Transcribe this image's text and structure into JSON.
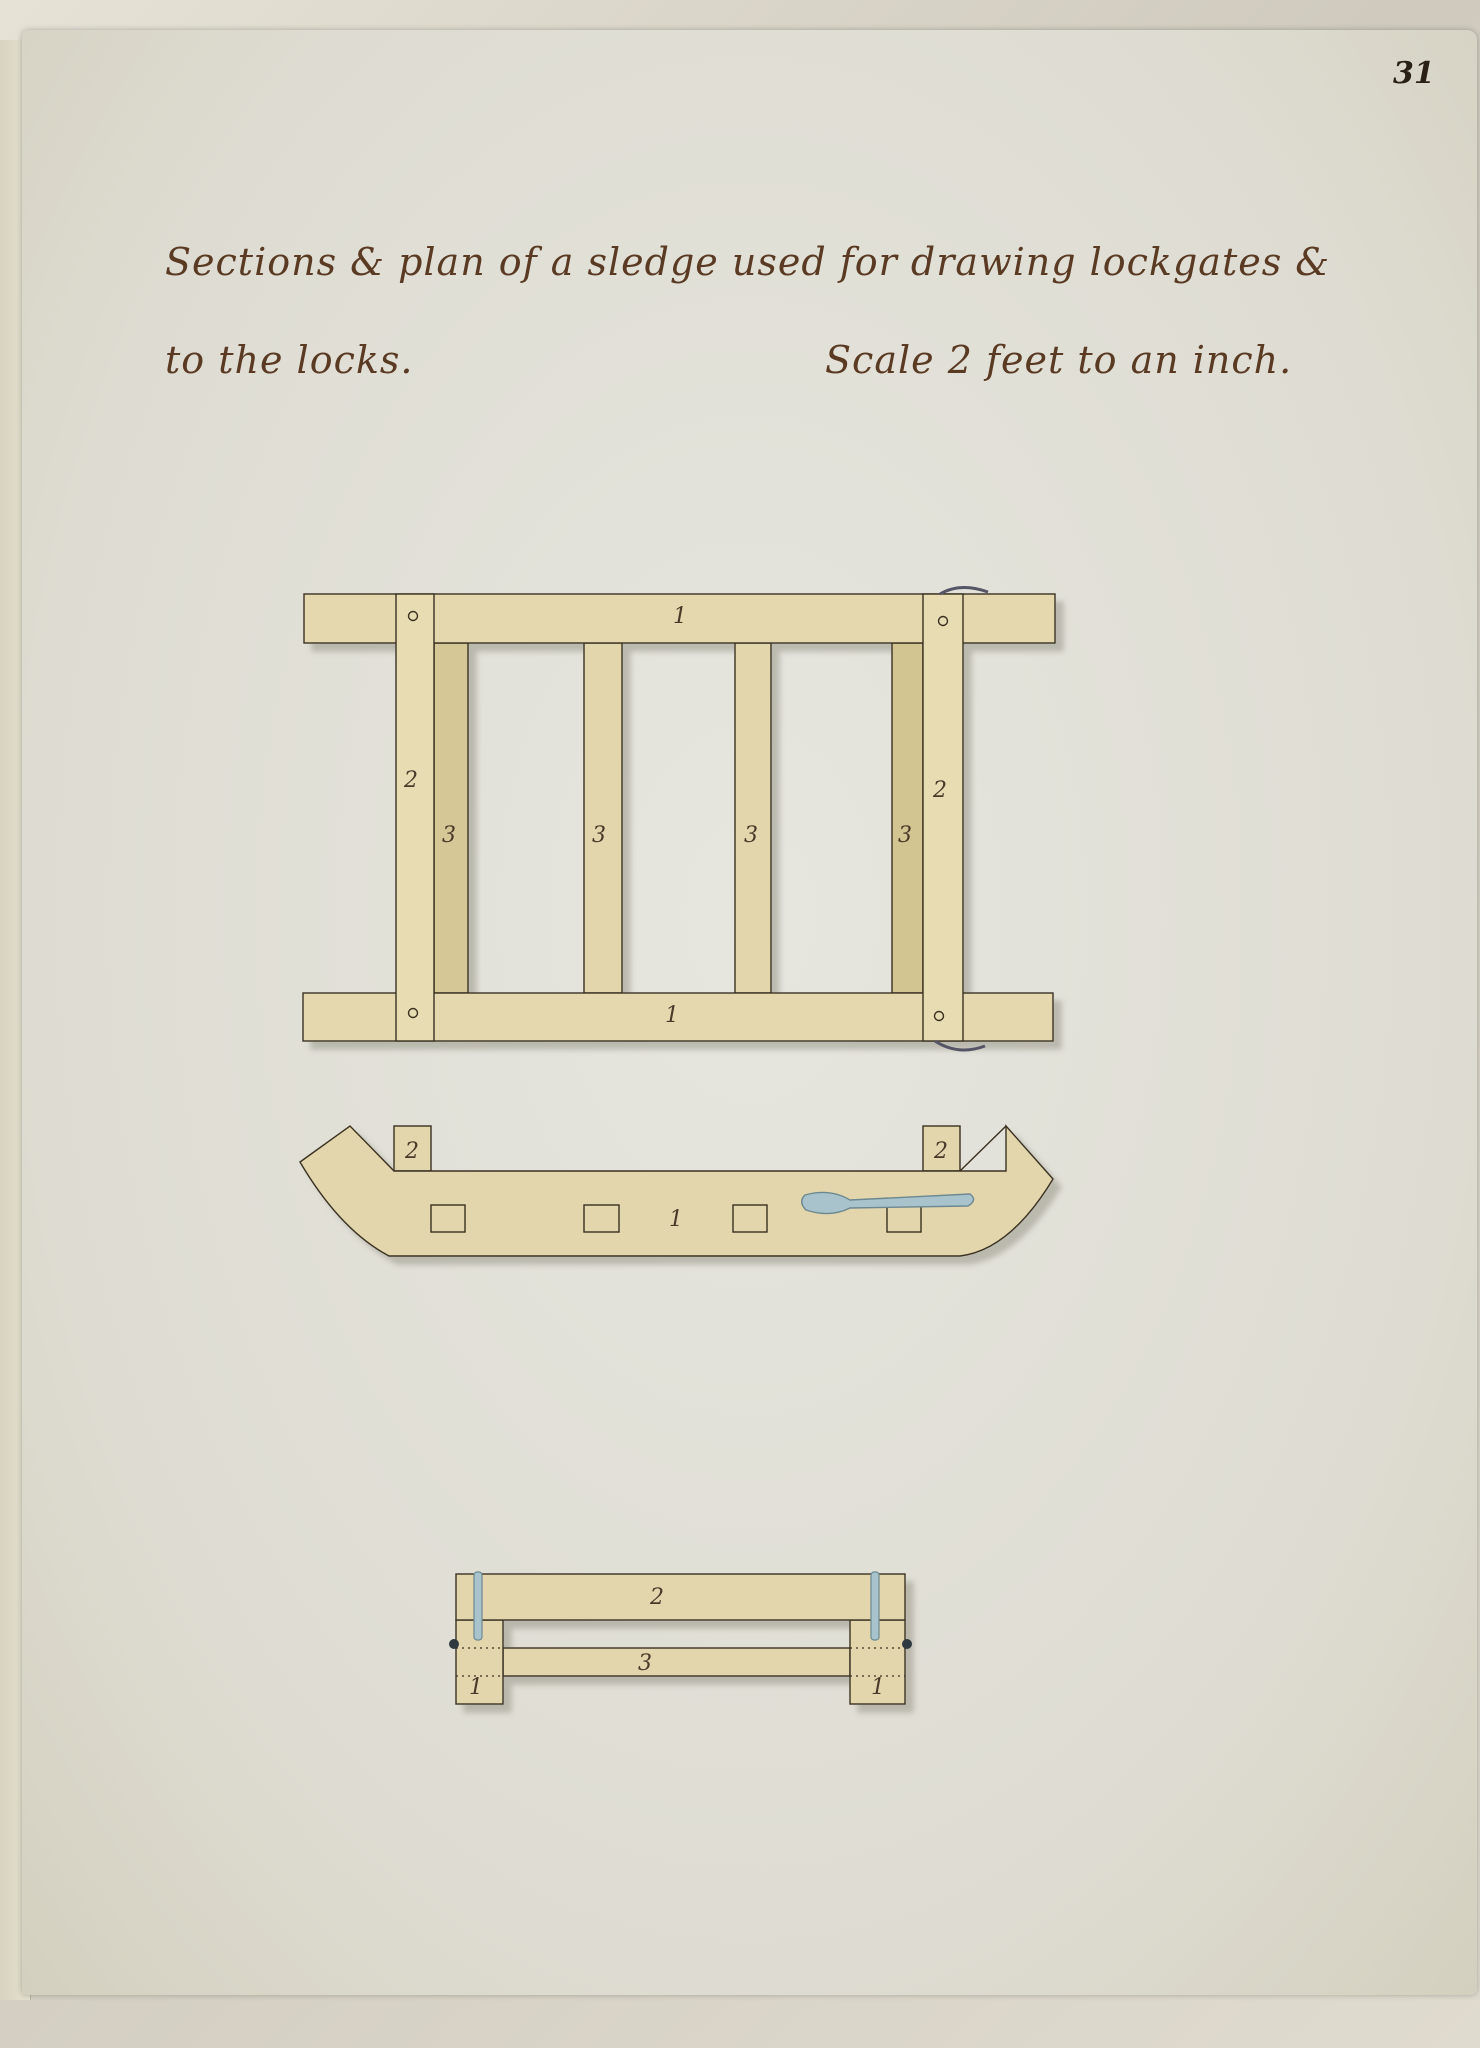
{
  "page_number": "31",
  "title": {
    "line1": "Sections & plan of a sledge used for drawing lockgates &",
    "line2": "to the locks.",
    "scale": "Scale 2 feet to an inch."
  },
  "plan_view": {
    "rail_label": "1",
    "side_label": "2",
    "crossbar_label": "3"
  },
  "side_view": {
    "body_label": "1",
    "post_label": "2"
  },
  "end_view": {
    "beam_label": "2",
    "bar_label": "3",
    "leg_label": "1"
  },
  "colors": {
    "wood": "#e3d6ac",
    "wood_shade": "#cfc08f",
    "ink": "#5a3a22",
    "iron": "#a9c3cc"
  }
}
